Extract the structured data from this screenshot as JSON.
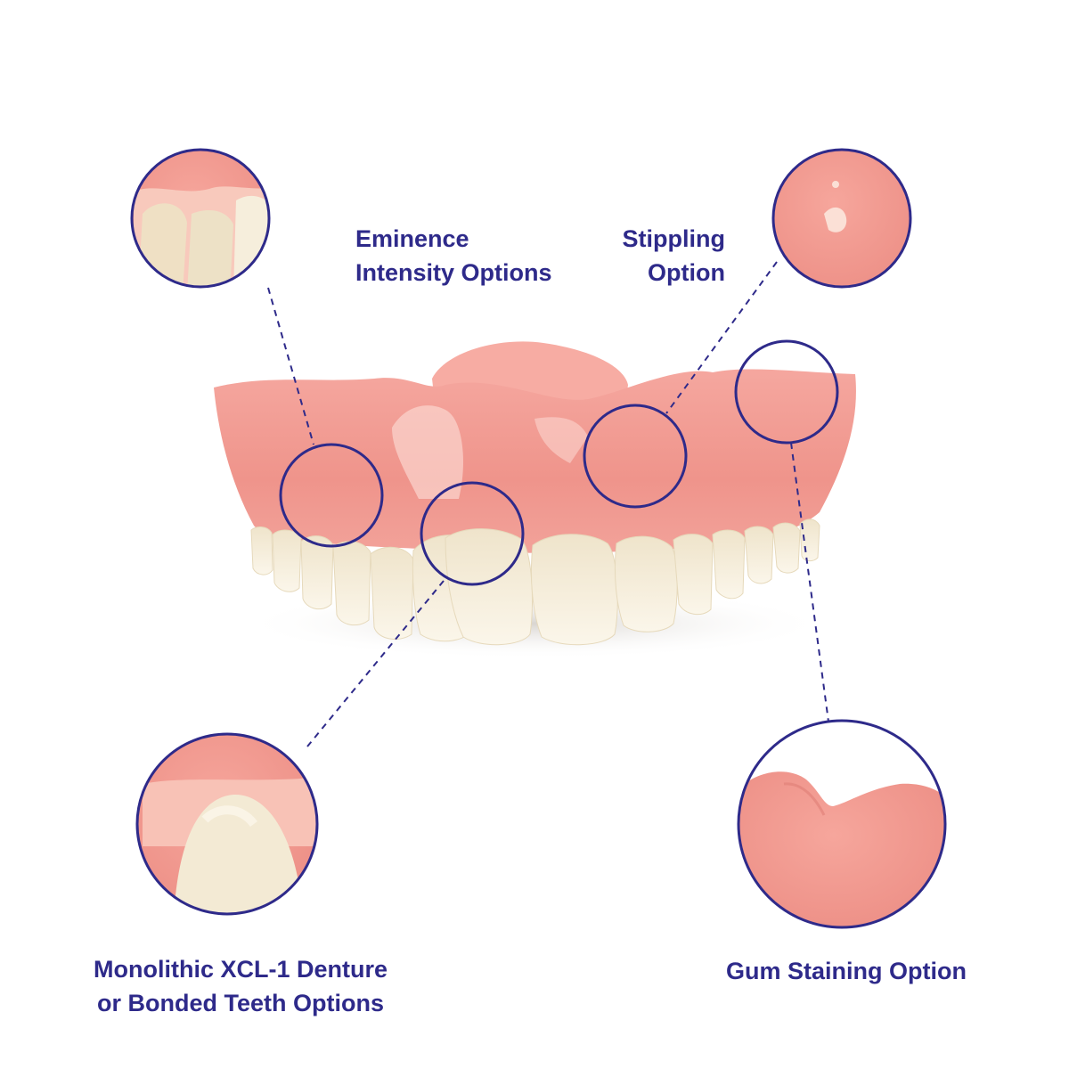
{
  "callouts": {
    "eminence": {
      "lines": [
        "Eminence",
        "Intensity Options"
      ]
    },
    "stippling": {
      "lines": [
        "Stippling",
        "Option"
      ]
    },
    "monolithic": {
      "lines": [
        "Monolithic XCL-1 Denture",
        "or Bonded Teeth Options"
      ]
    },
    "gum_staining": {
      "lines": [
        "Gum Staining Option"
      ]
    }
  },
  "colors": {
    "accent": "#2e2a8a",
    "gum": "#f0958d",
    "gum_light": "#f7b7ae",
    "tooth": "#f5ecd6",
    "background": "#ffffff"
  }
}
